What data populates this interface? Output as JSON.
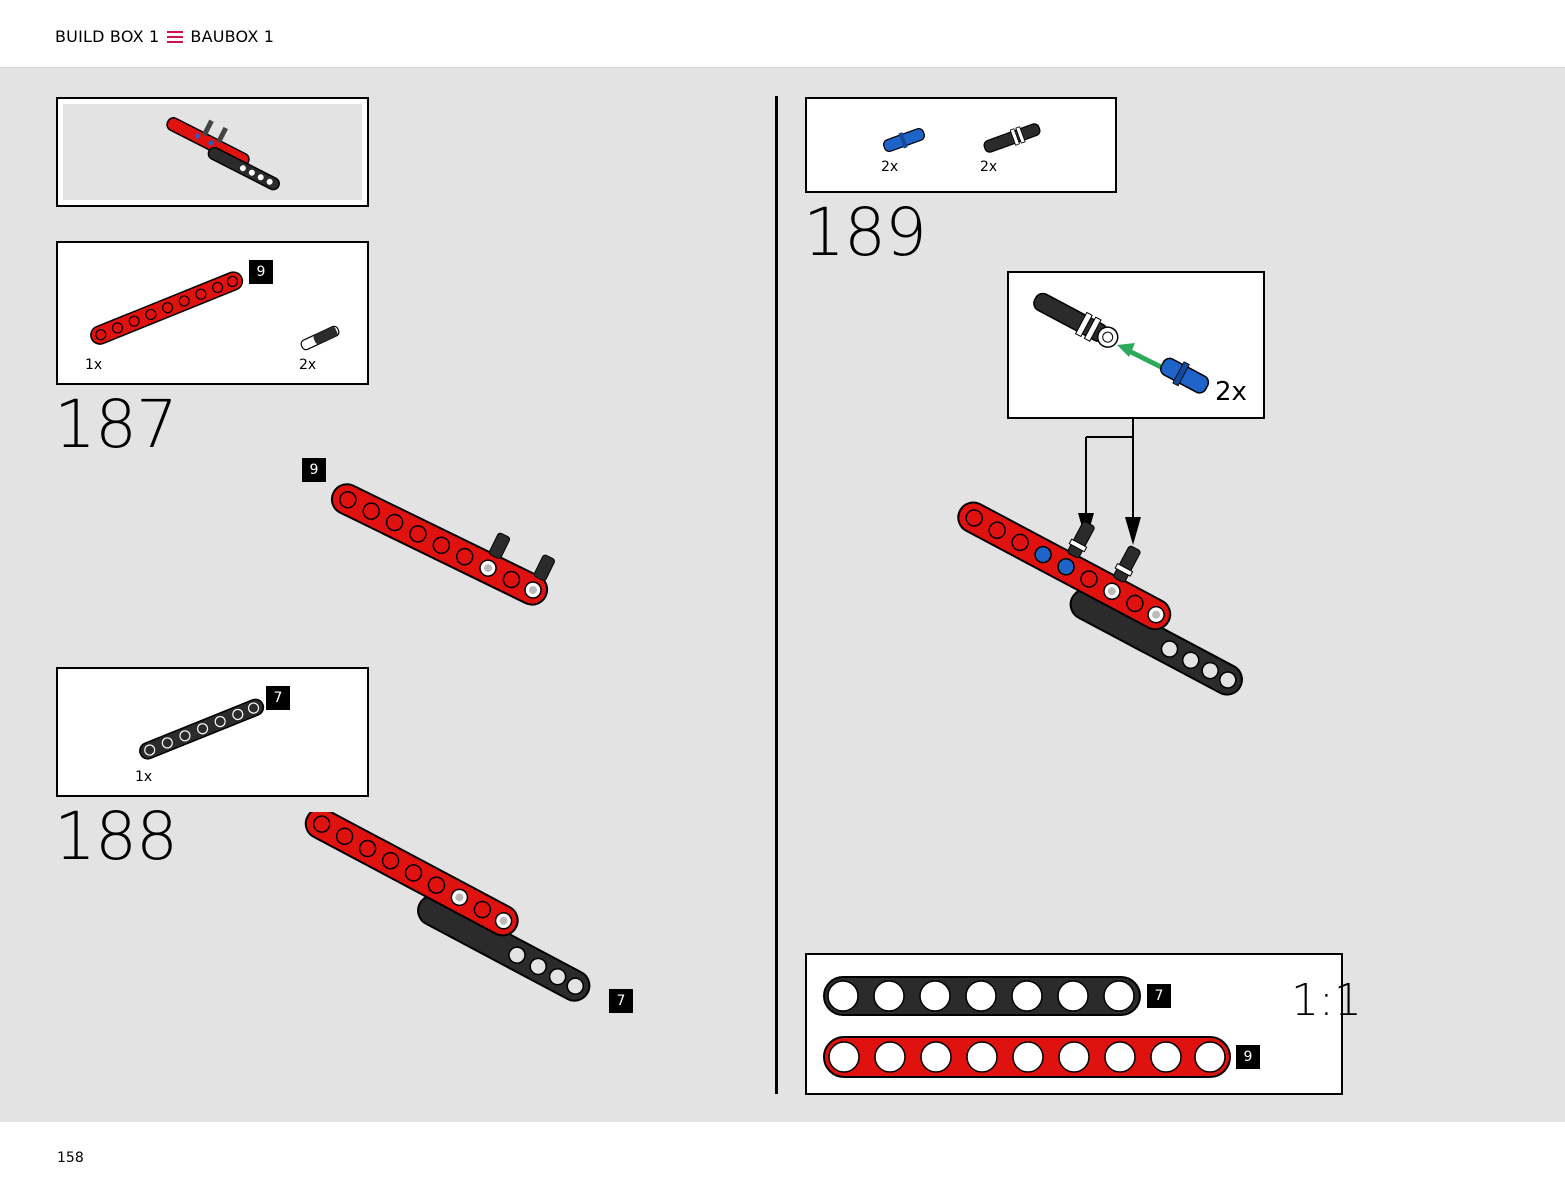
{
  "header": {
    "left_text": "BUILD BOX 1",
    "right_text": "BAUBOX 1",
    "separator_icon": "menu-lines-icon",
    "accent_color": "#d0114a"
  },
  "steps": [
    {
      "number": "187",
      "parts": [
        {
          "name": "red beam",
          "badge": "9",
          "qty": "1x"
        },
        {
          "name": "black pin",
          "qty": "2x"
        }
      ],
      "assembly_badge": "9"
    },
    {
      "number": "188",
      "parts": [
        {
          "name": "black beam",
          "badge": "7",
          "qty": "1x"
        }
      ],
      "assembly_badge": "7"
    },
    {
      "number": "189",
      "parts": [
        {
          "name": "blue pin",
          "qty": "2x"
        },
        {
          "name": "black axle pin",
          "qty": "2x"
        }
      ],
      "callout_qty": "2x"
    }
  ],
  "scale_box": {
    "label": "1:1",
    "beams": [
      {
        "color": "black",
        "holes": 7,
        "badge": "7"
      },
      {
        "color": "red",
        "holes": 9,
        "badge": "9"
      }
    ]
  },
  "colors": {
    "red": "#e0120f",
    "black": "#2b2b2b",
    "blue": "#1e63c8",
    "green_arrow": "#2eaa5a",
    "background": "#e3e3e3"
  },
  "footer": {
    "page_number": "158"
  }
}
